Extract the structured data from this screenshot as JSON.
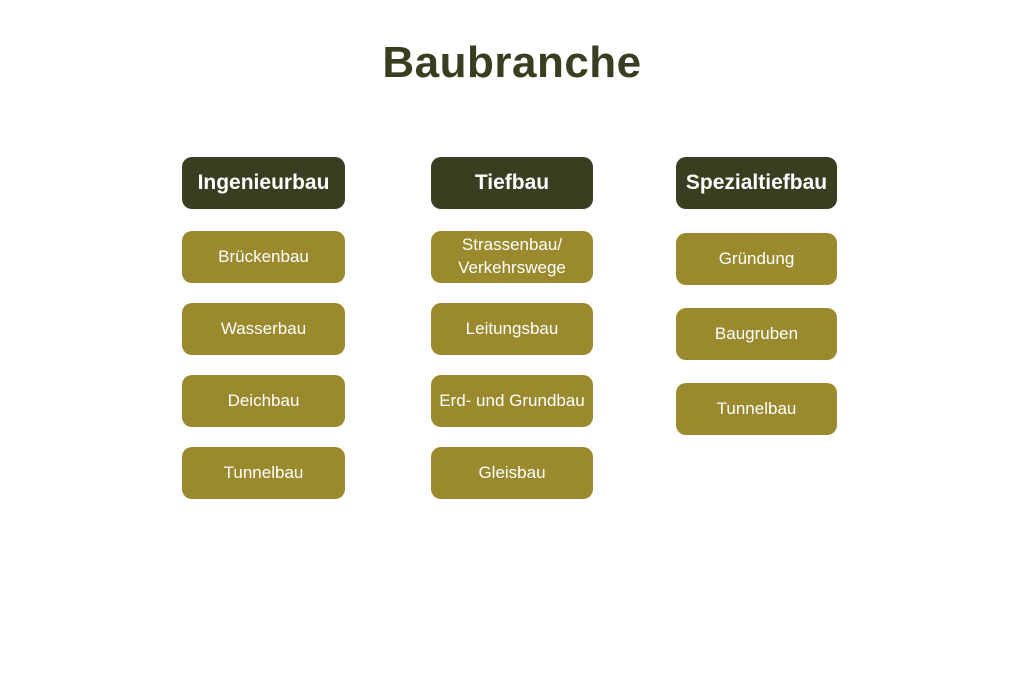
{
  "title": "Baubranche",
  "colors": {
    "dark": "#3a3e21",
    "olive": "#9a892d",
    "boxtext": "#ffffff",
    "bg": "#ffffff"
  },
  "columns": [
    {
      "header": "Ingenieurbau",
      "items": [
        "Brückenbau",
        "Wasserbau",
        "Deichbau",
        "Tunnelbau"
      ]
    },
    {
      "header": "Tiefbau",
      "items": [
        "Strassenbau/\nVerkehrswege",
        "Leitungsbau",
        "Erd- und Grundbau",
        "Gleisbau"
      ]
    },
    {
      "header": "Spezialtiefbau",
      "items": [
        "Gründung",
        "Baugruben",
        "Tunnelbau"
      ]
    }
  ]
}
